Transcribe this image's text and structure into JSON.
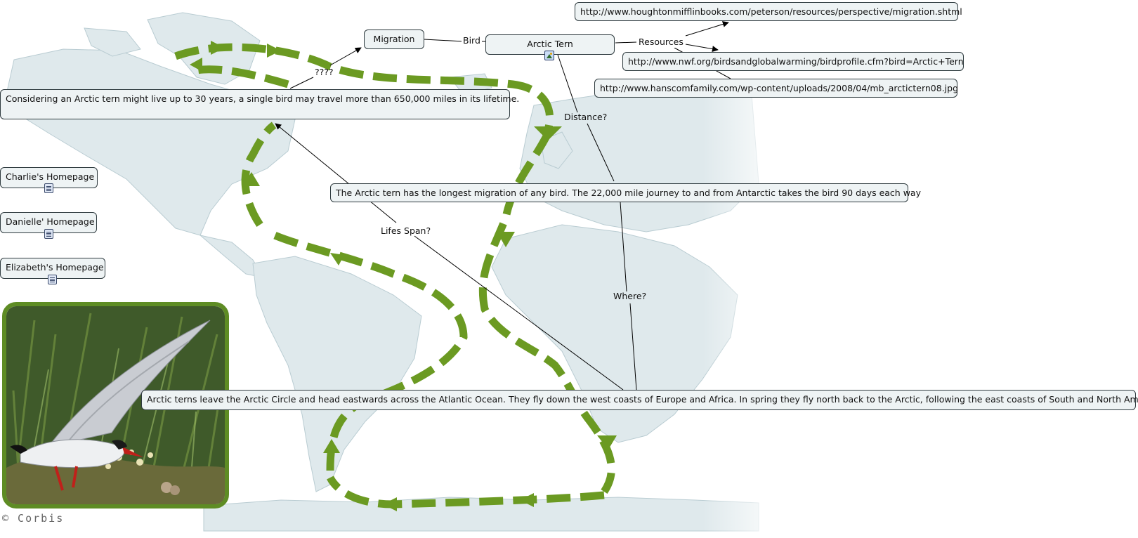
{
  "colors": {
    "land": "#dfe9ec",
    "land_edge": "#b9ccd2",
    "route": "#6b9a22",
    "node_bg": "#eef3f4",
    "node_border": "#2f3b3f",
    "photo_frame": "#5e8c24"
  },
  "nodes": {
    "url_houghton": "http://www.houghtonmifflinbooks.com/peterson/resources/perspective/migration.shtml",
    "url_nwf": "http://www.nwf.org/birdsandglobalwarming/birdprofile.cfm?bird=Arctic+Tern",
    "url_hanscom": "http://www.hanscomfamily.com/wp-content/uploads/2008/04/mb_arctictern08.jpg",
    "migration": "Migration",
    "arctic_tern": "Arctic Tern",
    "lifespan_fact": "Considering an Arctic tern might live up to 30 years, a single bird may travel more than 650,000 miles in its lifetime.",
    "longest_migration": "The Arctic tern has the longest migration of any bird. The 22,000 mile journey to and from Antarctic takes the bird 90 days each way",
    "route_description": "Arctic terns leave the Arctic Circle and head eastwards across the Atlantic Ocean. They fly down the west coasts of Europe and Africa. In spring they fly north back to the Arctic, following the east coasts of South and North America.",
    "charlie": "Charlie's Homepage",
    "danielle": "Danielle' Homepage",
    "elizabeth": "Elizabeth's Homepage"
  },
  "links": {
    "bird": "Bird",
    "resources": "Resources",
    "unknown": "????",
    "distance": "Distance?",
    "lifes_span": "Lifes Span?",
    "where": "Where?"
  },
  "icons": {
    "homepage_icon": "document-icon",
    "tern_icon": "image-icon"
  },
  "photo": {
    "credit": "© Corbis"
  }
}
